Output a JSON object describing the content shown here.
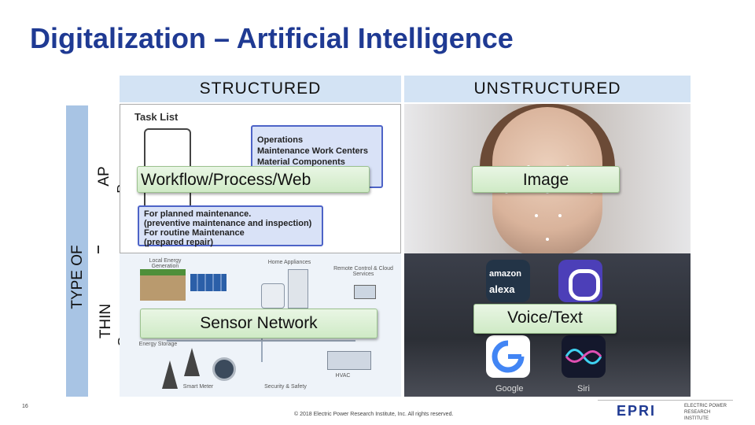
{
  "title": "Digitalization – Artificial Intelligence",
  "columns": {
    "structured": "STRUCTURED",
    "unstructured": "UNSTRUCTURED"
  },
  "rows": {
    "type_of": "TYPE OF",
    "app_1": "AP",
    "app_2": "P",
    "thing_1": "THIN",
    "thing_2": "G"
  },
  "badges": {
    "workflow": "Workflow/Process/Web",
    "image": "Image",
    "sensor": "Sensor Network",
    "voice": "Voice/Text"
  },
  "task_panel": {
    "title": "Task List",
    "box1": [
      "Operations",
      "Maintenance Work Centers",
      "Material Components"
    ],
    "box2": [
      "For planned maintenance.",
      "(preventive maintenance and inspection)",
      "For routine Maintenance",
      "(prepared repair)"
    ]
  },
  "iot_panel": {
    "labels": {
      "local_energy": "Local Energy Generation",
      "home_appliances": "Home Appliances",
      "remote_control": "Remote Control & Cloud Services",
      "energy_storage": "Energy Storage",
      "smart_meter": "Smart Meter",
      "security": "Security & Safety",
      "hvac": "HVAC"
    }
  },
  "voice_panel": {
    "alexa_1": "amazon",
    "alexa_2": "alexa",
    "google": "Google",
    "siri": "Siri"
  },
  "footer": {
    "page_number": "16",
    "copyright": "© 2018 Electric Power Research Institute, Inc. All rights reserved.",
    "logo": "EPRI",
    "logo_sub": "ELECTRIC POWER RESEARCH INSTITUTE"
  },
  "colors": {
    "title": "#1f3a93",
    "header_bg": "#d3e3f4",
    "sidebar": "#a8c4e4",
    "badge": "#cfeac6"
  }
}
